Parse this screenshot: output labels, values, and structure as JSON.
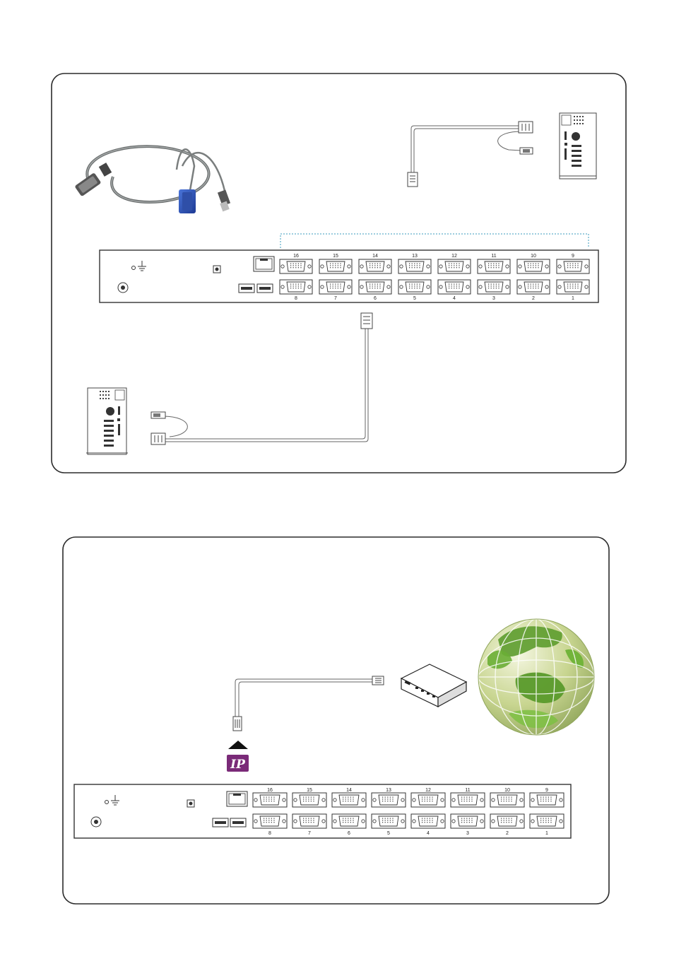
{
  "port_numbers_top": [
    "16",
    "15",
    "14",
    "13",
    "12",
    "11",
    "10",
    "9"
  ],
  "port_numbers_bottom": [
    "8",
    "7",
    "6",
    "5",
    "4",
    "3",
    "2",
    "1"
  ],
  "ip_badge": "IP",
  "colors": {
    "frame": "#2b2b2b",
    "cable": "#777777",
    "dotted_link": "#3a9bbd",
    "ip_badge": "#7a2a78",
    "vga_connector": "#2b55b8",
    "globe": "#6bab3a"
  },
  "icons": [
    "ground-symbol",
    "power-jack",
    "rj45-port",
    "usb-port",
    "vga-port",
    "computer-tower",
    "kvm-cable",
    "network-router",
    "globe",
    "up-arrow"
  ]
}
